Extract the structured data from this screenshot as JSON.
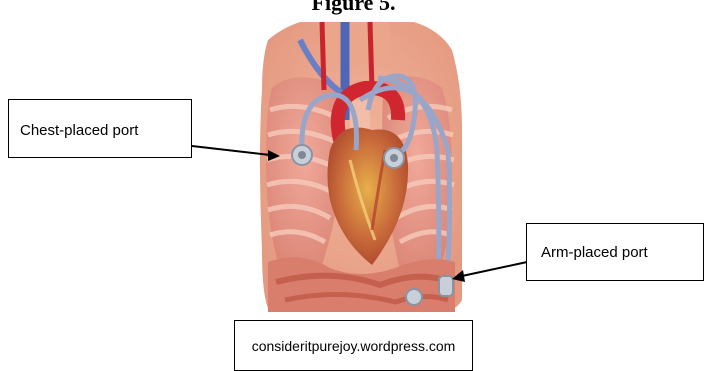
{
  "figure": {
    "title": "Figure 5."
  },
  "labels": {
    "chest_port": "Chest-placed port",
    "arm_port": "Arm-placed port",
    "source": "consideritpurejoy.wordpress.com"
  }
}
